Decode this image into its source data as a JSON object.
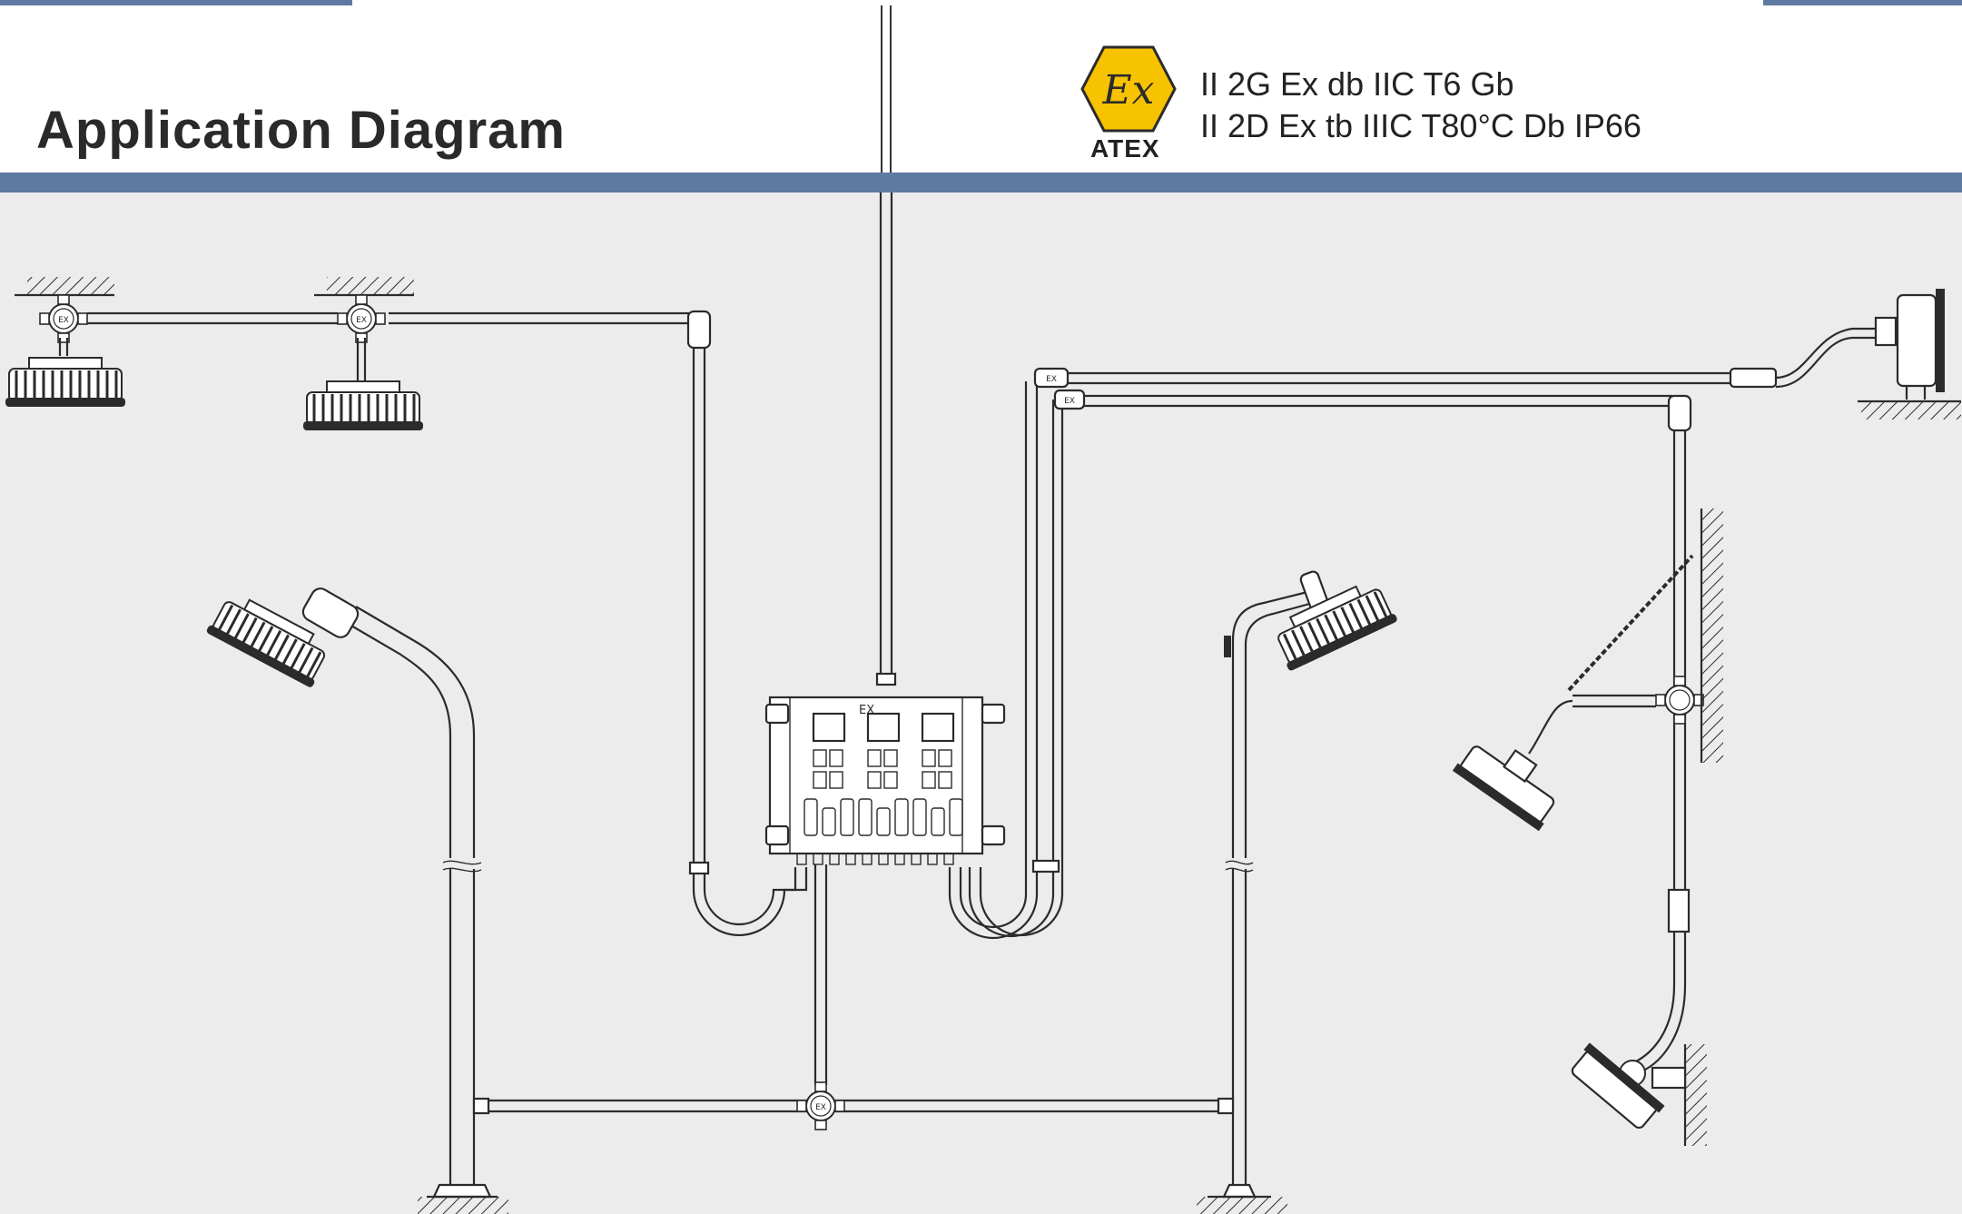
{
  "header": {
    "title": "Application Diagram",
    "atex_logo_text": "Ex",
    "atex_label": "ATEX",
    "certifications": [
      "II 2G Ex db IIC T6 Gb",
      "II 2D Ex tb IIIC T80°C Db IP66"
    ]
  },
  "diagram": {
    "junction_label": "EX",
    "distribution_box_label": "EX"
  },
  "colors": {
    "band": "#5f7aa0",
    "background": "#ececec",
    "atex_yellow": "#f7c300",
    "line": "#2b2b2b"
  }
}
